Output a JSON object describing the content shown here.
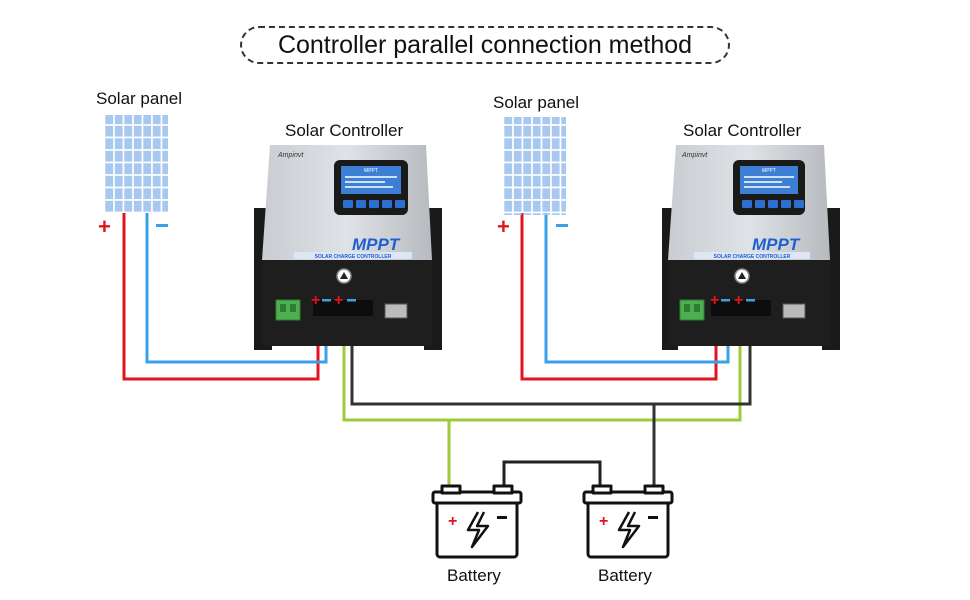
{
  "title": "Controller parallel connection method",
  "labels": {
    "solar_panel_1": "Solar panel",
    "solar_panel_2": "Solar panel",
    "controller_1": "Solar Controller",
    "controller_2": "Solar Controller",
    "battery_1": "Battery",
    "battery_2": "Battery"
  },
  "controller": {
    "brand": "Ampinvt",
    "model": "MPPT",
    "subtitle": "SOLAR CHARGE CONTROLLER",
    "lcd_header": "MPPT"
  },
  "symbols": {
    "plus": "+",
    "minus": "-"
  },
  "colors": {
    "positive_wire": "#e3141c",
    "negative_wire": "#3aa0e8",
    "battery_positive_wire": "#9ccc3a",
    "battery_negative_wire": "#333333",
    "panel_cell": "#a9c8f0"
  }
}
